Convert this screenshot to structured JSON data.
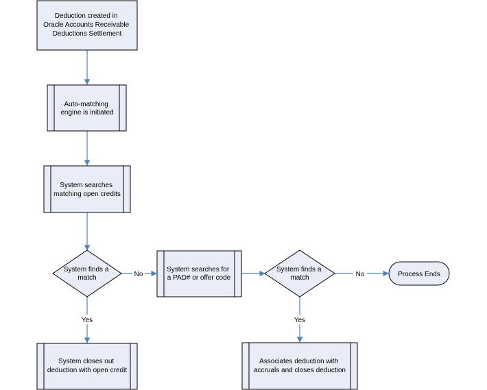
{
  "colors": {
    "box_fill": "#E9EDF7",
    "box_stroke": "#000000",
    "connector": "#4F81BD"
  },
  "nodes": {
    "start": [
      "Deduction created in",
      "Oracle Accounts Receivable",
      "Deductions Settlement"
    ],
    "auto_match": [
      "Auto-matching",
      "engine is initiated"
    ],
    "search_credits": [
      "System searches",
      "matching open credits"
    ],
    "decision1": [
      "System finds a",
      "match"
    ],
    "search_pad": [
      "System searches for",
      "a PAD# or offer code"
    ],
    "decision2": [
      "System finds a",
      "match"
    ],
    "process_ends": [
      "Process Ends"
    ],
    "close_out": [
      "System closes out",
      "deduction with open credit"
    ],
    "associate": [
      "Associates deduction with",
      "accruals and closes deduction"
    ]
  },
  "edge_labels": {
    "d1_no": "No",
    "d1_yes": "Yes",
    "d2_no": "No",
    "d2_yes": "Yes"
  }
}
